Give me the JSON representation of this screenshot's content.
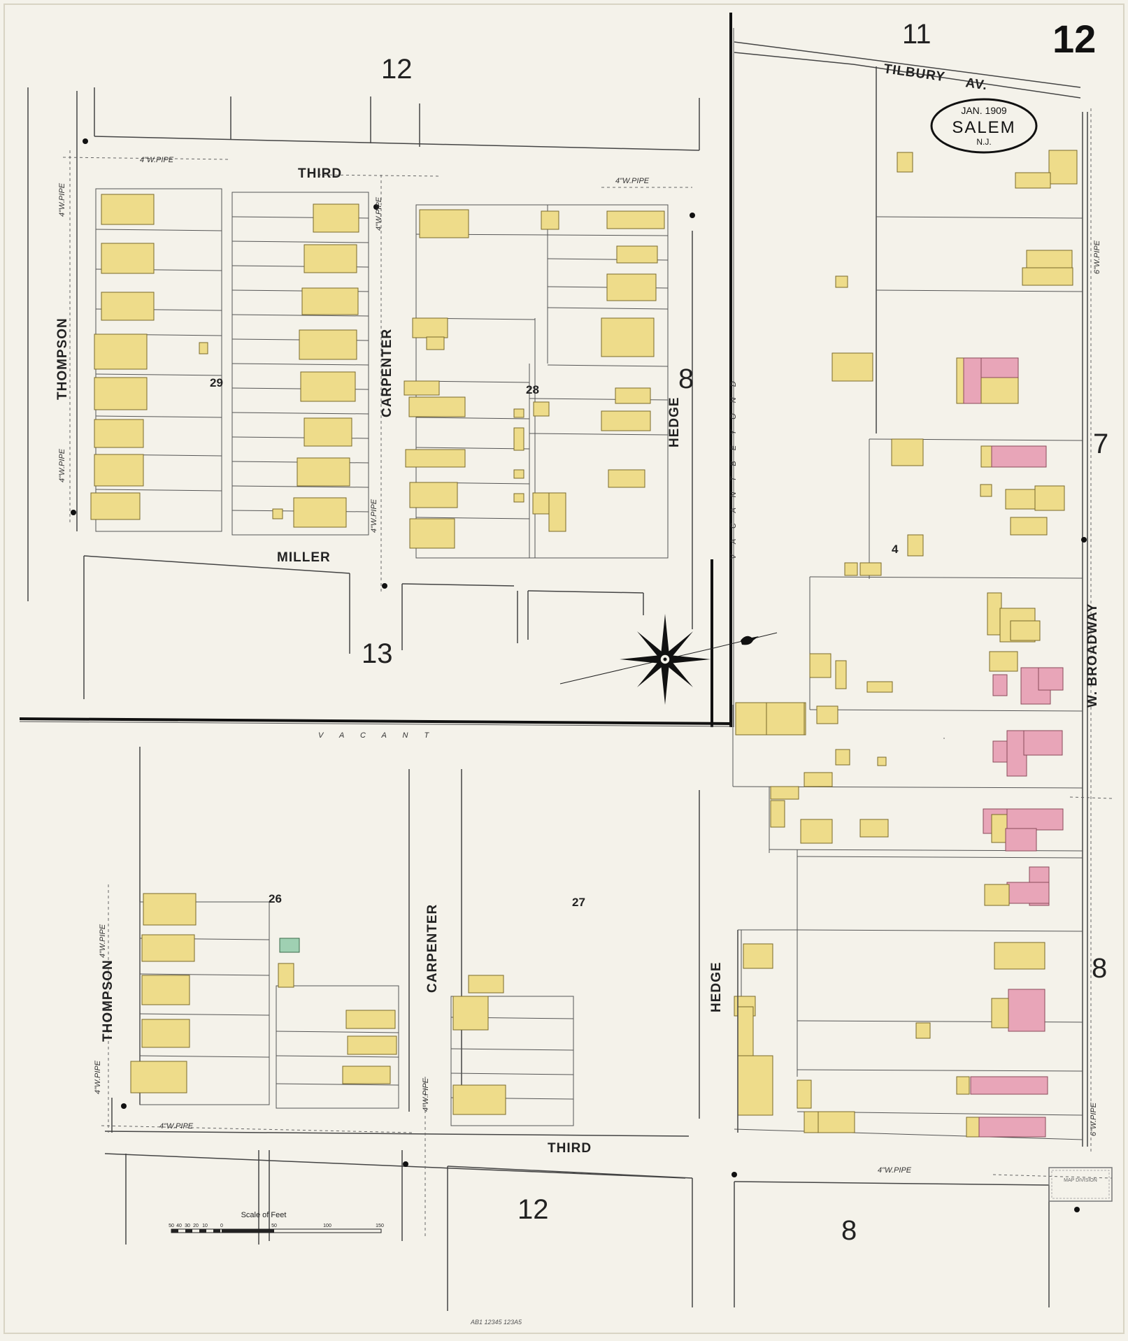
{
  "map": {
    "sheet_number": "12",
    "legend": {
      "date": "JAN. 1909",
      "city": "SALEM",
      "state": "N.J."
    },
    "streets": {
      "third_top": "THIRD",
      "third_bottom": "THIRD",
      "miller": "MILLER",
      "thompson_top": "THOMPSON",
      "thompson_bottom": "THOMPSON",
      "carpenter_top": "CARPENTER",
      "carpenter_bottom": "CARPENTER",
      "hedge_top": "HEDGE",
      "hedge_bottom": "HEDGE",
      "tilbury": "TILBURY",
      "tilbury_suffix": "AV.",
      "broadway": "W. BROADWAY"
    },
    "adjoining_sheets": {
      "top_left": "12",
      "top_right": "11",
      "mid_left": "13",
      "center": "8",
      "right_upper": "7",
      "right_lower": "8",
      "bottom_center": "12",
      "bottom_right": "8"
    },
    "block_numbers": {
      "b29": "29",
      "b28": "28",
      "b26": "26",
      "b27": "27",
      "b4": "4"
    },
    "vacant_labels": {
      "horizontal": "V A C A N T",
      "vertical": "V A C A N T   B E Y O N D"
    },
    "water_pipes": {
      "four_inch": "4\"W.PIPE",
      "six_inch": "6\"W.PIPE"
    },
    "scale": {
      "label": "Scale of Feet",
      "ticks": [
        "50",
        "40",
        "30",
        "20",
        "10",
        "0",
        "50",
        "100",
        "150"
      ]
    },
    "footer_text": "AB1     12345     123A5",
    "stamp_text": "MAP DIVISION",
    "colors": {
      "paper": "#f4f2ea",
      "frame_wood": "#eedc8a",
      "brick": "#e8a5b8",
      "ink": "#222222",
      "stamp": "#777777"
    }
  }
}
